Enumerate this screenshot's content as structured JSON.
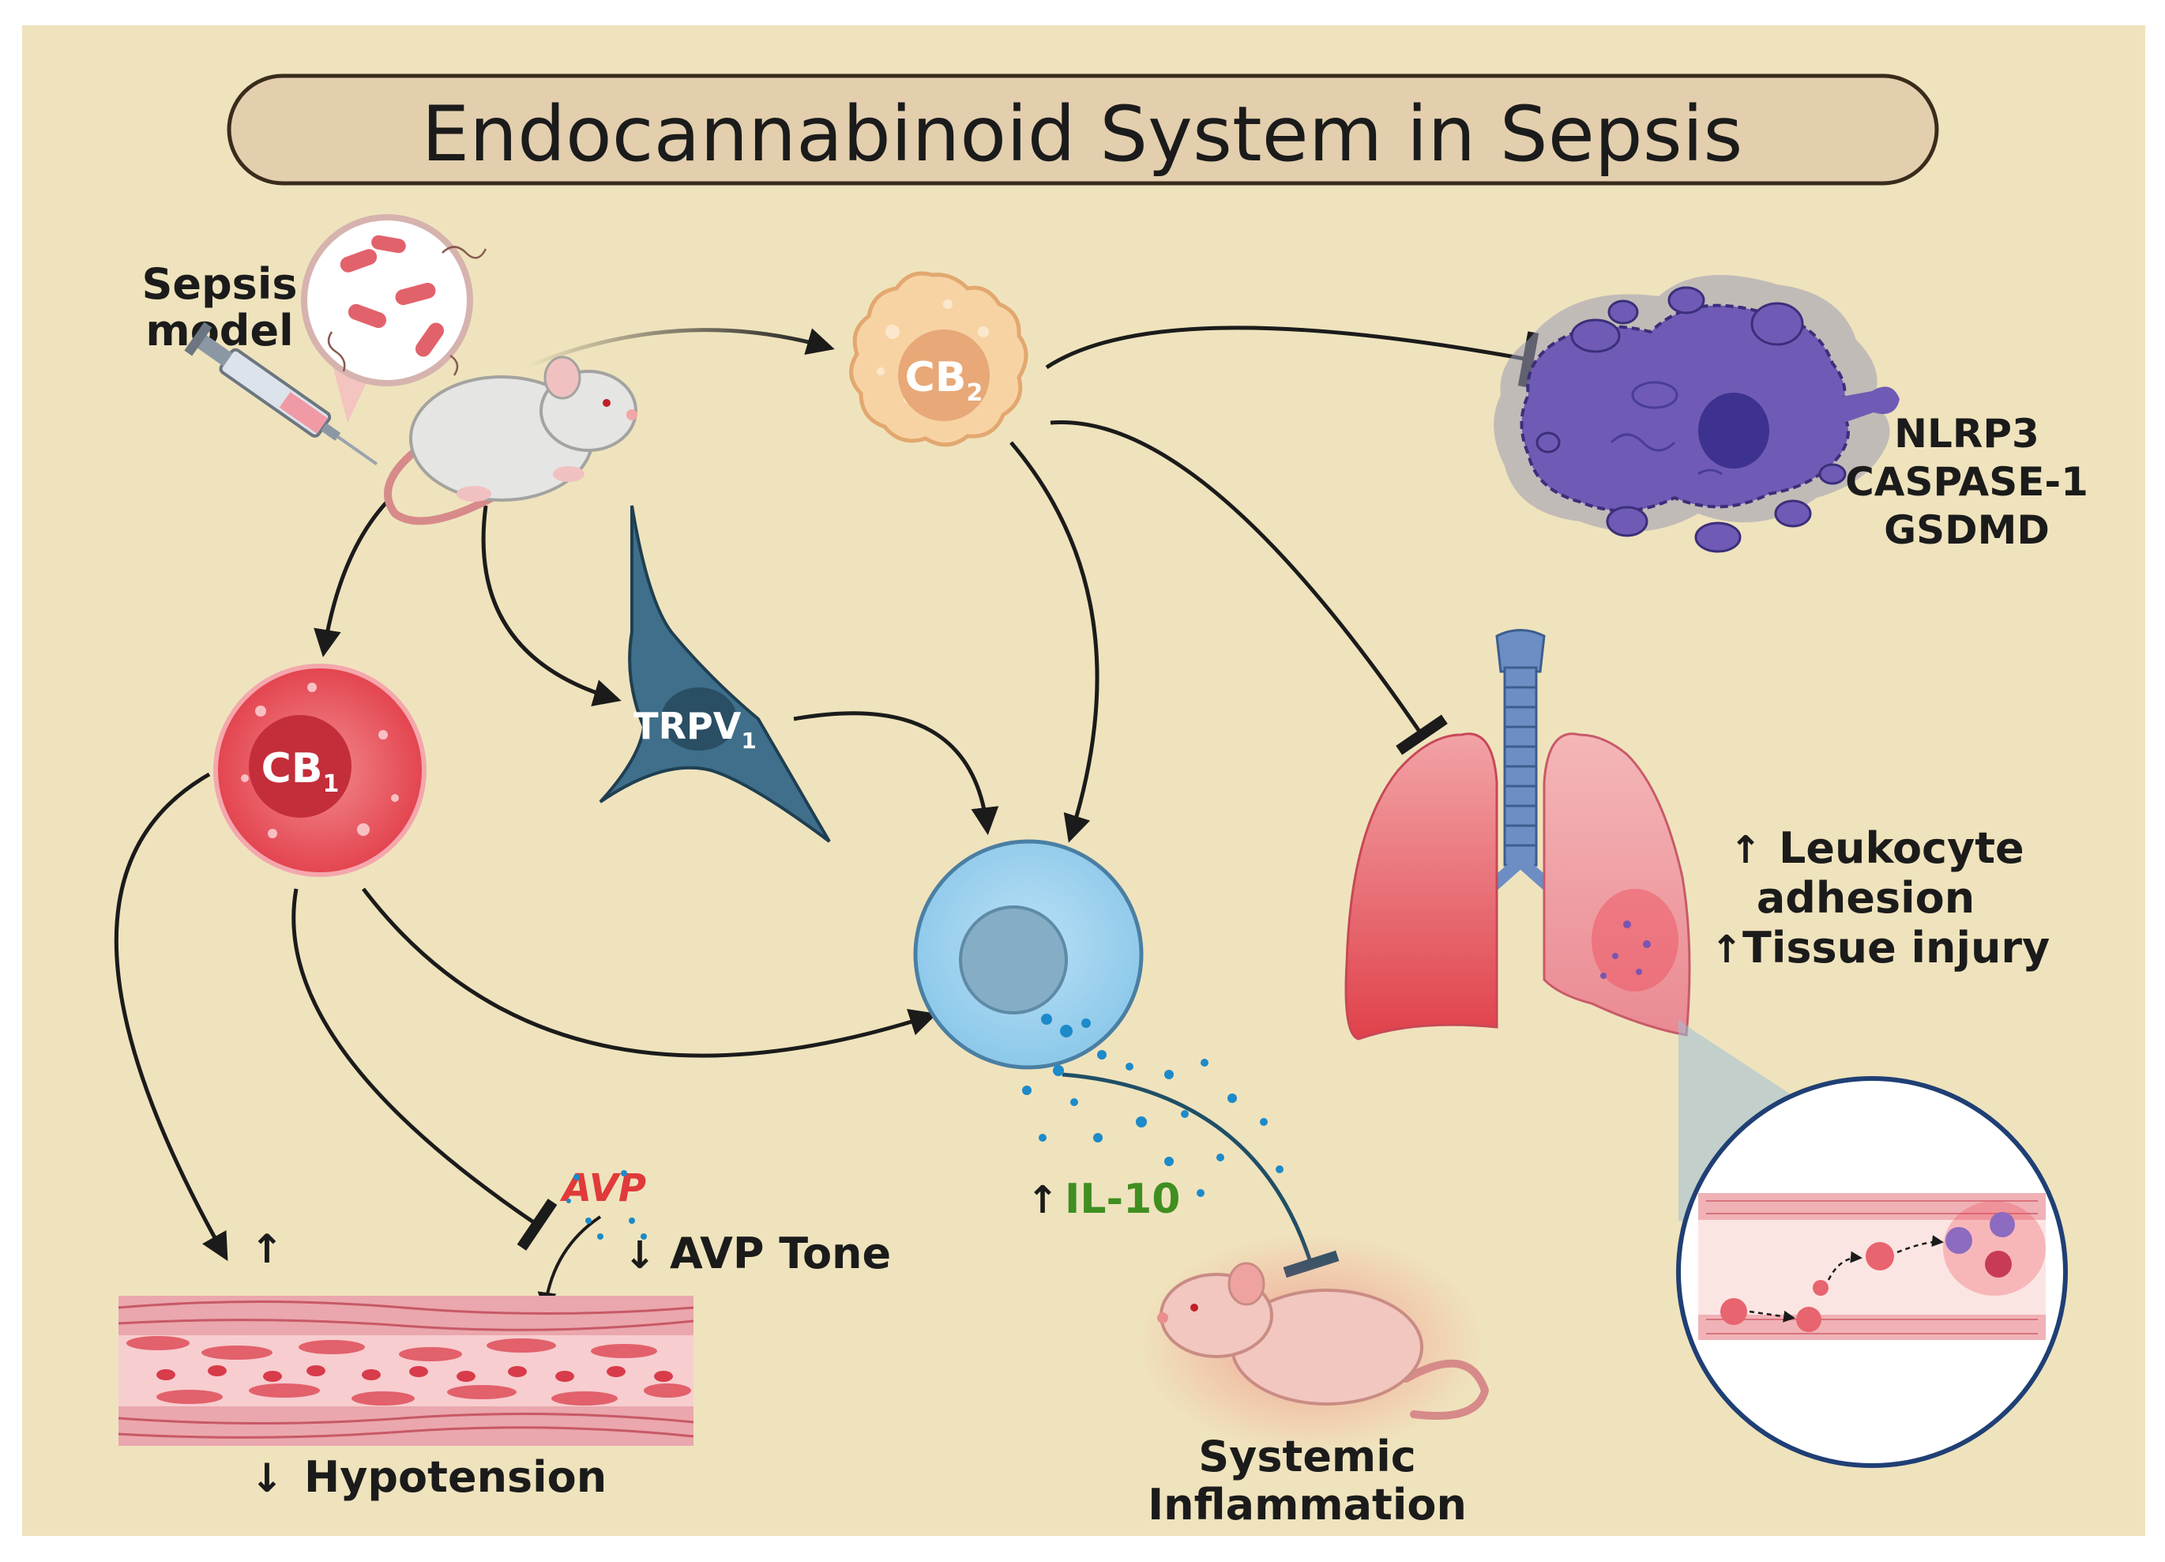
{
  "title": "Endocannabinoid System in Sepsis",
  "sepsis_model": {
    "line1": "Sepsis",
    "line2": "model"
  },
  "cb2": {
    "base": "CB",
    "sub": "2"
  },
  "cb1": {
    "base": "CB",
    "sub": "1"
  },
  "trpv1": {
    "base": "TRPV",
    "sub": "1"
  },
  "pyroptosis_markers": [
    "NLRP3",
    "CASPASE-1",
    "GSDMD"
  ],
  "lung_effects": {
    "arrow1": "↑",
    "line1": "Leukocyte",
    "line2": "adhesion",
    "arrow2": "↑",
    "line3": "Tissue injury"
  },
  "il10": {
    "arrow": "↑",
    "label": "IL-10"
  },
  "avp": {
    "molecule": "AVP",
    "arrow": "↓",
    "tone": "AVP Tone"
  },
  "vessel": {
    "up_arrow": "↑",
    "down_arrow": "↓",
    "label": "Hypotension"
  },
  "systemic": {
    "line1": "Systemic",
    "line2": "Inflammation"
  },
  "colors": {
    "background": "#efe3bd",
    "title_pill": "#e3cfae",
    "cb1": "#e4515b",
    "cb2": "#f7d3a4",
    "trpv1": "#3f6f8a",
    "immune_cell": "#a8d5f0",
    "pyroptotic_cell": "#6f5bb5",
    "il10_text": "#3f8f20",
    "avp_text": "#e03a3a"
  }
}
